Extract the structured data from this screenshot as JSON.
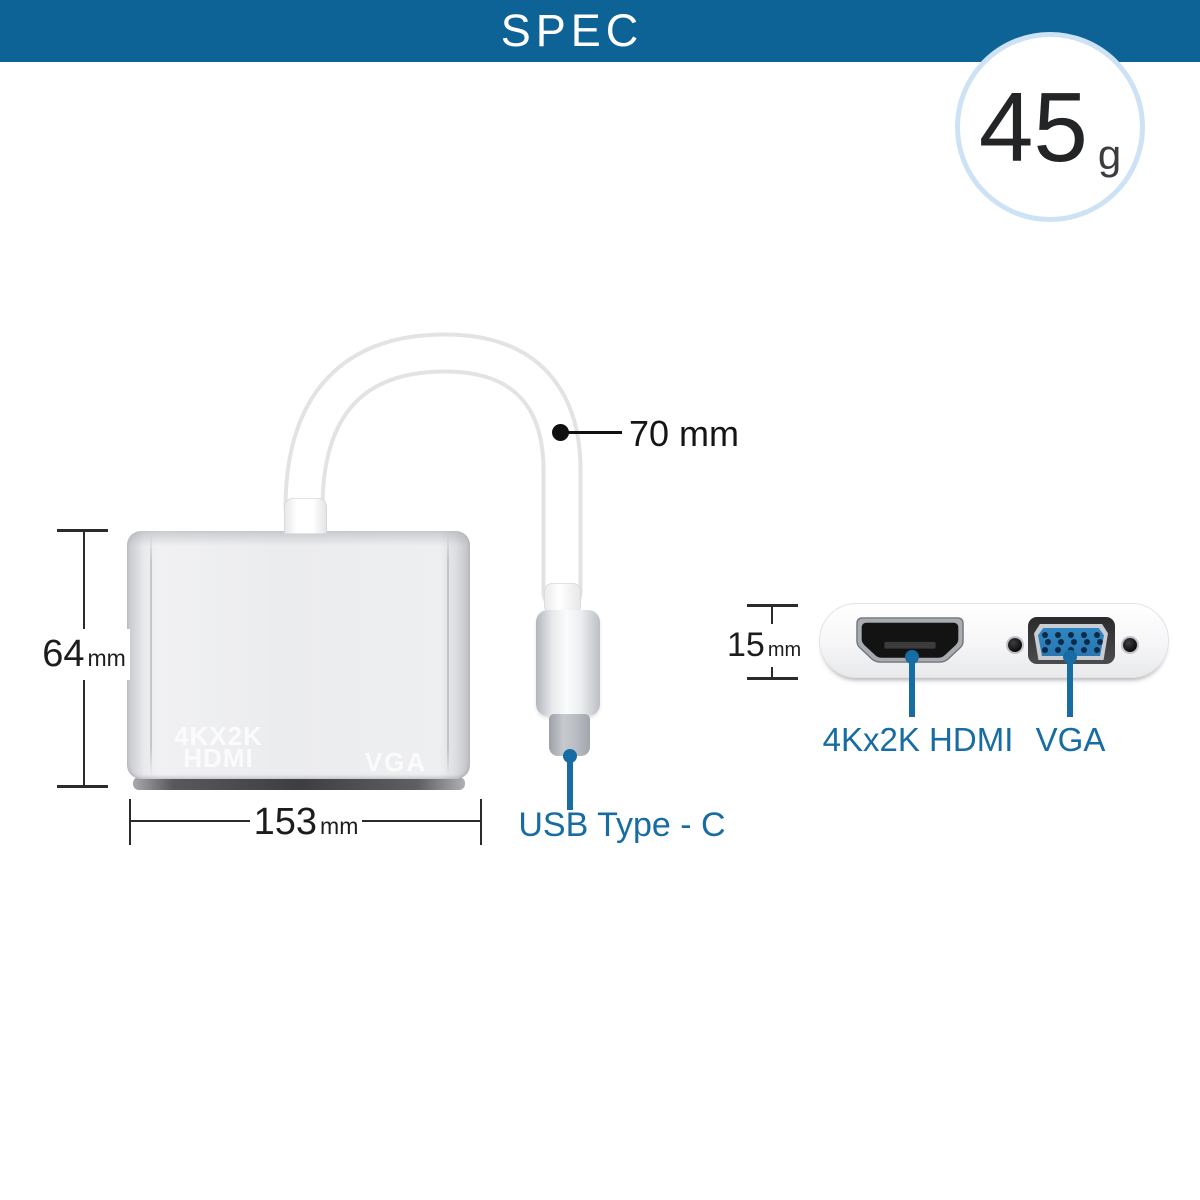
{
  "header": {
    "title": "SPEC"
  },
  "weight_badge": {
    "value": "45",
    "unit": "g"
  },
  "front_view": {
    "body_print_line1": "4KX2K",
    "body_print_line2": "HDMI",
    "body_print_vga": "VGA",
    "cable_length_label": "70 mm",
    "height_value": "64",
    "height_unit": "mm",
    "width_value": "153",
    "width_unit": "mm",
    "connector_label": "USB Type - C"
  },
  "side_view": {
    "thickness_value": "15",
    "thickness_unit": "mm",
    "hdmi_port_label": "4Kx2K HDMI",
    "vga_port_label": "VGA"
  },
  "colors": {
    "header_blue": "#0d6296",
    "accent_blue": "#176ca4",
    "vga_blue": "#2f86c1",
    "badge_ring": "#cde3f5"
  }
}
